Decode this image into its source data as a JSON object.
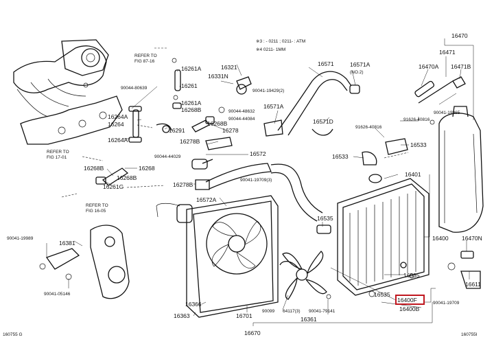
{
  "labels": {
    "p16470": "16470",
    "p16471": "16471",
    "p16470A": "16470A",
    "p16471B": "16471B",
    "p16571": "16571",
    "p16571A_1": "16571A",
    "p16571A_2": "16571A",
    "p16571D": "16571D",
    "p16533_1": "16533",
    "p16533_2": "16533",
    "p16572": "16572",
    "p16572A": "16572A",
    "p16401": "16401",
    "p16400": "16400",
    "p16400F": "16400F",
    "p16400B": "16400B",
    "p16535_1": "16535",
    "p16535_2": "16535",
    "p16470N": "16470N",
    "p16611": "16611",
    "p16261A_1": "16261A",
    "p16261": "16261",
    "p16261A_2": "16261A",
    "p16268B_1": "16268B",
    "p16321": "16321",
    "p16331N": "16331N",
    "p16264A_1": "16264A",
    "p16264": "16264",
    "p16291": "16291",
    "p16268B_2": "16268B",
    "p16278": "16278",
    "p16278B": "16278B",
    "p16264A_2": "16264A",
    "p16268B_3": "16268B",
    "p16268": "16268",
    "p16268B_4": "16268B",
    "p16261G": "16261G",
    "p16278B_2": "16278B",
    "p16381": "16381",
    "p16366": "16366",
    "p16363": "16363",
    "p16701": "16701",
    "p16361": "16361",
    "p16670": "16670",
    "s90044_80639": "90044-80639",
    "s90041_19429": "90041-19429(2)",
    "s90044_48632": "90044-48632",
    "s90044_44084": "90044-44084",
    "s90044_44029": "90044-44029",
    "s90041_19709_3": "90041-19709(3)",
    "s91626_40816": "91626-40816",
    "s91626_40816b": "91626-40816",
    "s90041_19965": "90041-19965",
    "s90041_19989": "90041-19989",
    "s90041_05146": "90041-05146",
    "s90099": "90099",
    "s64117": "64117(3)",
    "s90041_79141": "90041-79141",
    "s90041_19709": "90041-19709"
  },
  "notes": {
    "refer_1_a": "REFER TO",
    "refer_1_b": "FIG 87-16",
    "refer_2_a": "REFER TO",
    "refer_2_b": "FIG 17-01",
    "refer_3_a": "REFER TO",
    "refer_3_b": "FIG 16-05",
    "legend_1": "※3 :  - 0211  ; 0211-     :  ATM",
    "legend_2": "※4 0211-          1MM",
    "no2": "(NO.2)",
    "corner_left": "160755 G",
    "corner_right": "160755I"
  },
  "highlight": {
    "part": "16400F",
    "color": "#c0161e"
  }
}
